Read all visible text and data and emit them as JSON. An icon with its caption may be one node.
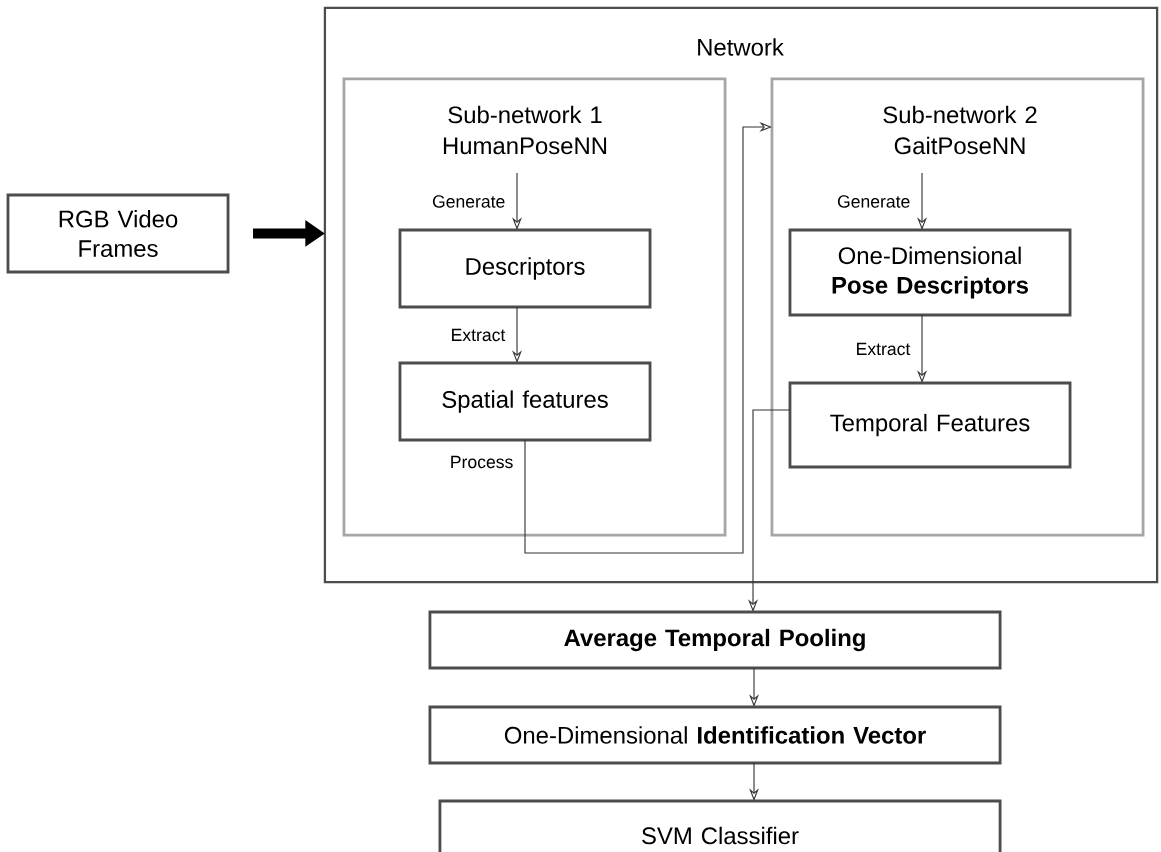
{
  "diagram": {
    "nodes": [
      {
        "text": [
          "RGB Video Frames"
        ]
      },
      {
        "text": [
          "Network"
        ]
      },
      {
        "text": [
          "Sub-network 1 HumanPoseNN"
        ],
        "in": 1
      },
      {
        "text": [
          "Descriptors"
        ],
        "in": 2
      },
      {
        "text": [
          "Spatial features"
        ],
        "in": 2
      },
      {
        "text": [
          "Sub-network 2 GaitPoseNN"
        ],
        "in": 1
      },
      {
        "text": [
          "One-Dimensional **Pose Descriptors**"
        ],
        "in": 5
      },
      {
        "text": [
          "Temporal Features"
        ],
        "in": 5
      },
      {
        "text": [
          "Average Temporal Pooling"
        ]
      },
      {
        "text": [
          "One-Dimensional **Identification Vector**"
        ]
      },
      {
        "text": [
          "SVM Classifier"
        ]
      }
    ],
    "edges": [
      {
        "from": 0,
        "to": 1,
        "arrow": "to",
        "style": "thick"
      },
      {
        "from": null,
        "to": 3,
        "arrow": "to",
        "label": "Generate"
      },
      {
        "from": 3,
        "to": 4,
        "arrow": "to",
        "label": "Extract"
      },
      {
        "from": 4,
        "to": 5,
        "arrow": "to",
        "label": "Process"
      },
      {
        "from": null,
        "to": 6,
        "arrow": "to",
        "label": "Generate"
      },
      {
        "from": 6,
        "to": 7,
        "arrow": "to",
        "label": "Extract"
      },
      {
        "from": 7,
        "to": 8,
        "arrow": "to"
      },
      {
        "from": 8,
        "to": 9,
        "arrow": "to"
      },
      {
        "from": 9,
        "to": 10,
        "arrow": "to"
      }
    ]
  }
}
